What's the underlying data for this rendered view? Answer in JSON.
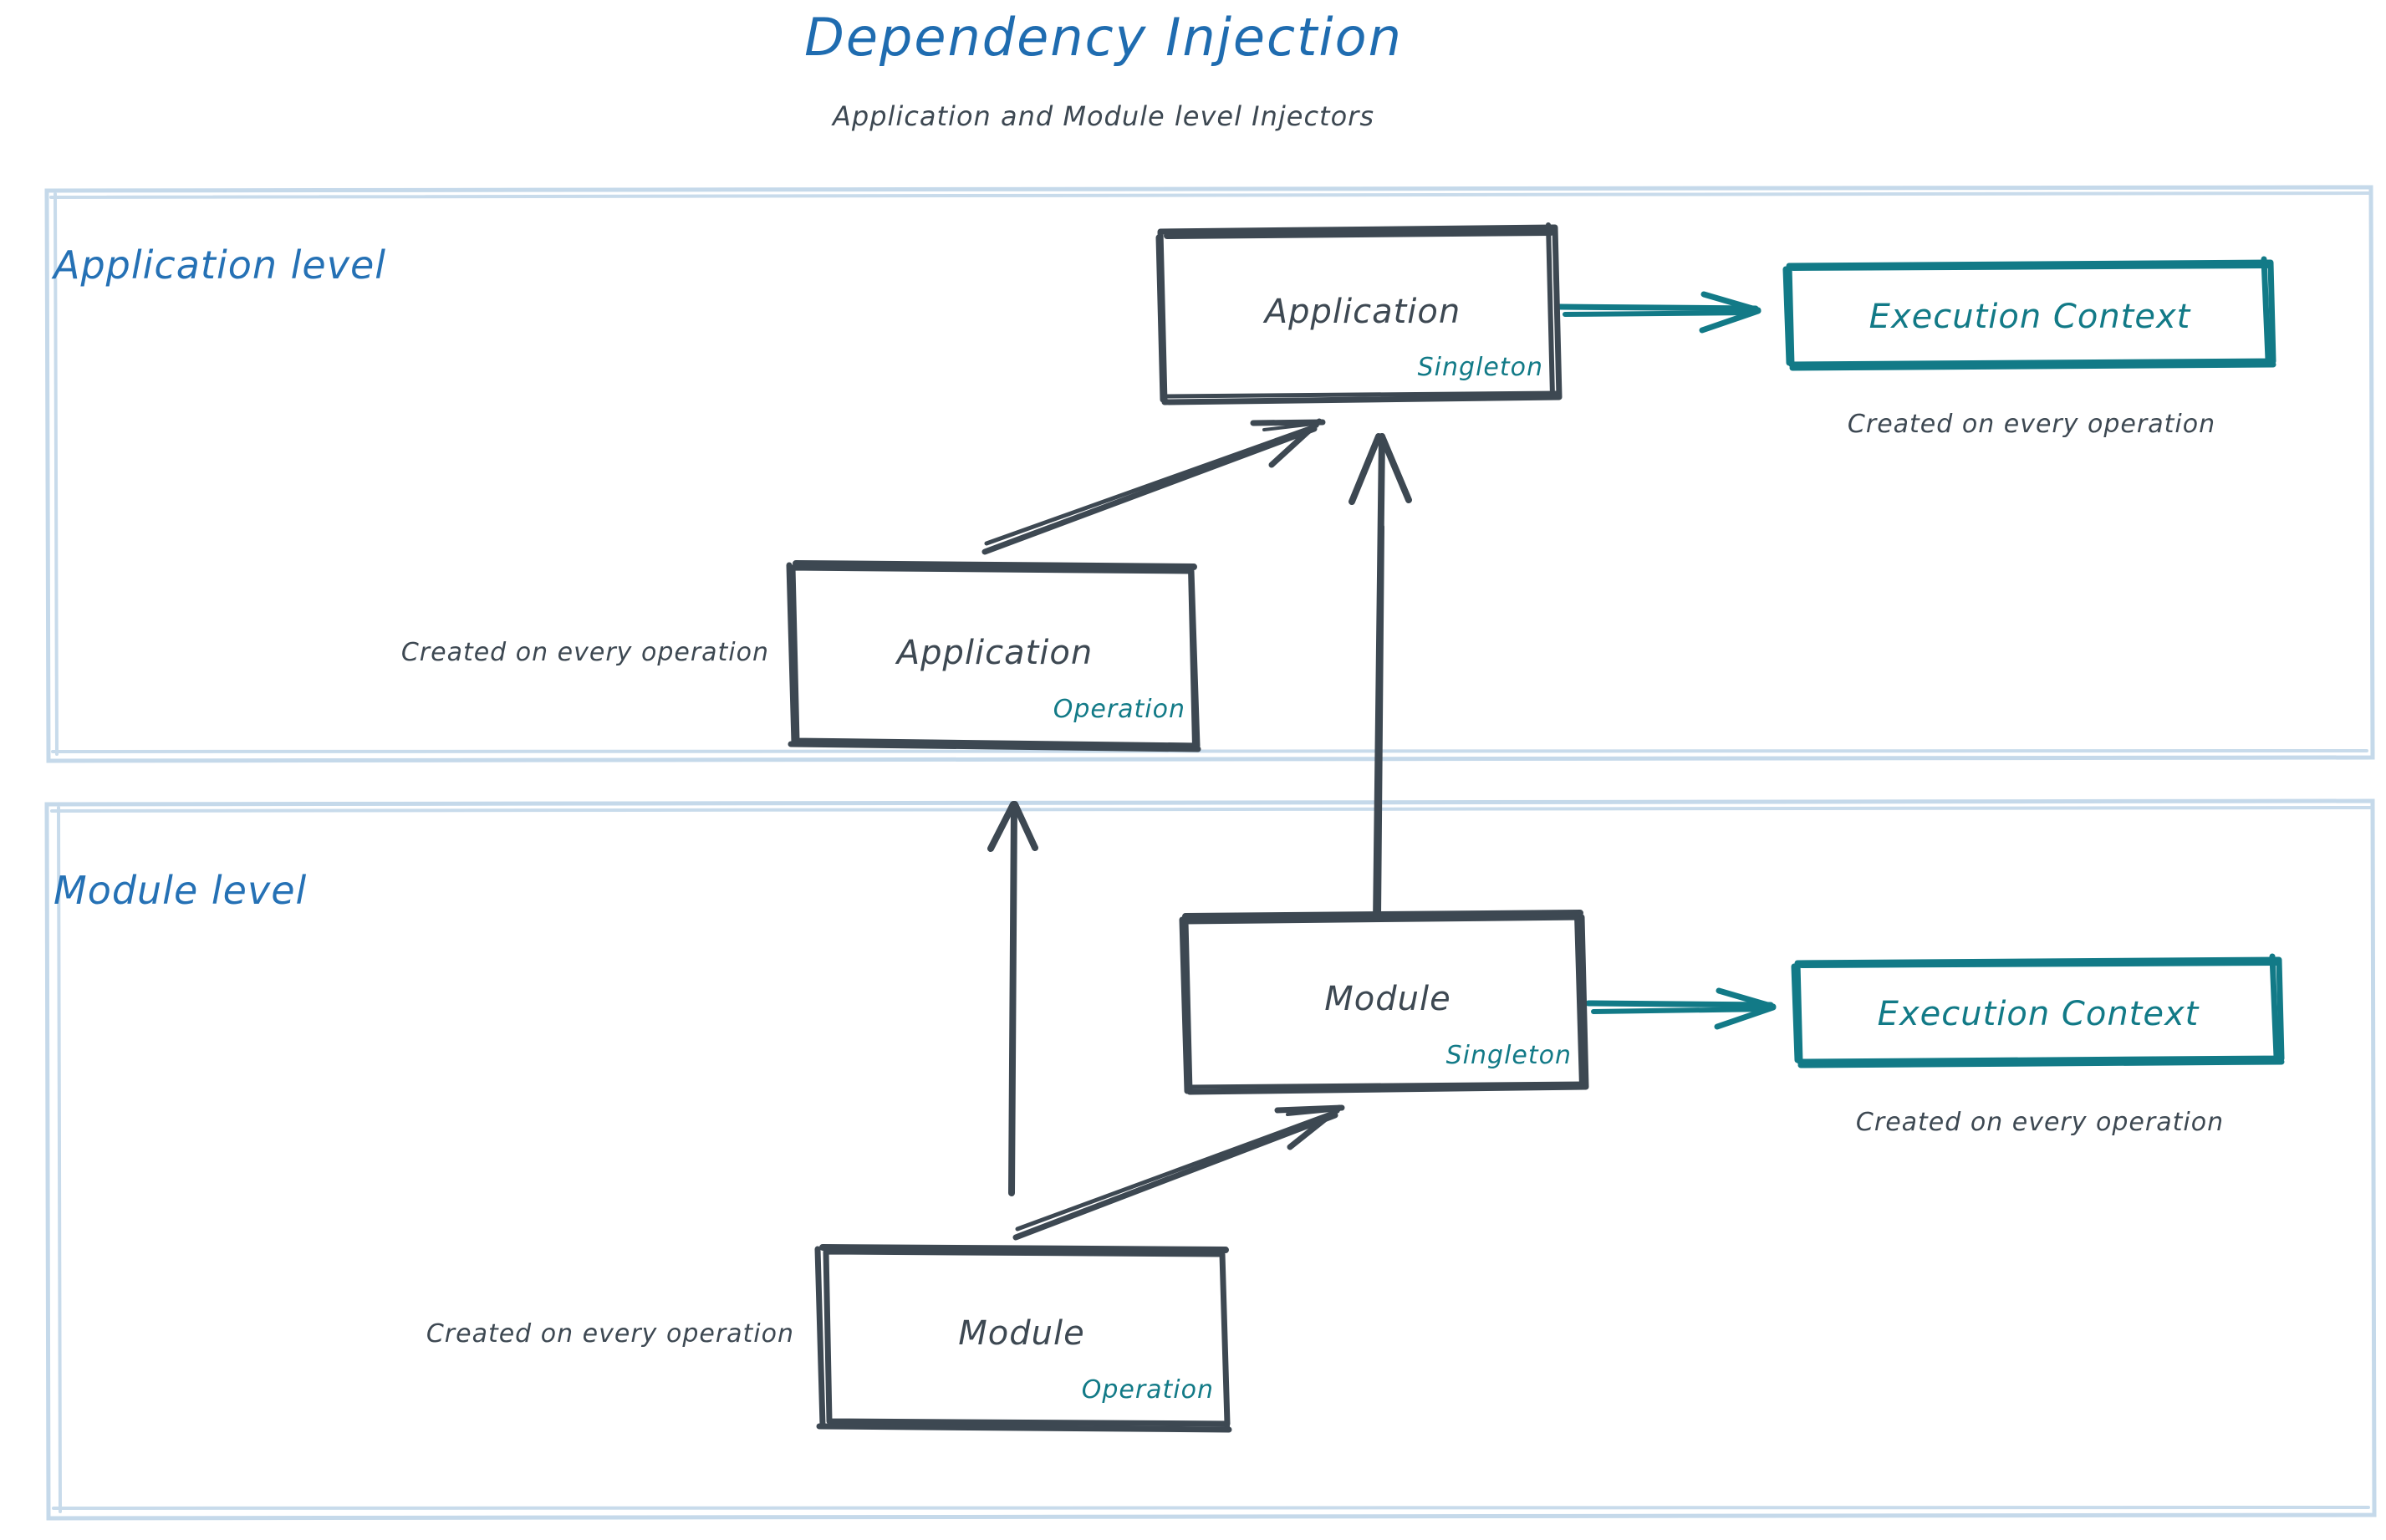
{
  "header": {
    "title": "Dependency Injection",
    "subtitle": "Application and Module level Injectors"
  },
  "colors": {
    "title_blue": "#1f6cb0",
    "level_label_blue": "#2571b5",
    "container_border": "#c5d9ea",
    "node_stroke": "#3d4852",
    "teal": "#127a87",
    "background": "#ffffff"
  },
  "sections": [
    {
      "id": "application-level",
      "label": "Application level"
    },
    {
      "id": "module-level",
      "label": "Module level"
    }
  ],
  "nodes": [
    {
      "id": "application-singleton",
      "title": "Application",
      "scope": "Singleton",
      "style": "dark"
    },
    {
      "id": "application-operation",
      "title": "Application",
      "scope": "Operation",
      "style": "dark"
    },
    {
      "id": "module-singleton",
      "title": "Module",
      "scope": "Singleton",
      "style": "dark"
    },
    {
      "id": "module-operation",
      "title": "Module",
      "scope": "Operation",
      "style": "dark"
    },
    {
      "id": "execution-context-application",
      "title": "Execution Context",
      "scope": "",
      "style": "teal"
    },
    {
      "id": "execution-context-module",
      "title": "Execution Context",
      "scope": "",
      "style": "teal"
    }
  ],
  "notes": [
    {
      "id": "note-exec-context-application",
      "text": "Created on every operation"
    },
    {
      "id": "note-application-operation",
      "text": "Created on every operation"
    },
    {
      "id": "note-exec-context-module",
      "text": "Created on every operation"
    },
    {
      "id": "note-module-operation",
      "text": "Created on every operation"
    }
  ],
  "edges": [
    {
      "id": "edge-application-operation-to-application-singleton",
      "from": "application-operation",
      "to": "application-singleton",
      "color": "#3d4852",
      "arrowhead": "open"
    },
    {
      "id": "edge-application-singleton-to-execution-context",
      "from": "application-singleton",
      "to": "execution-context-application",
      "color": "#127a87",
      "arrowhead": "open"
    },
    {
      "id": "edge-module-singleton-to-application-singleton",
      "from": "module-singleton",
      "to": "application-singleton",
      "color": "#3d4852",
      "arrowhead": "open"
    },
    {
      "id": "edge-module-operation-to-application-operation",
      "from": "module-operation",
      "to": "application-operation",
      "color": "#3d4852",
      "arrowhead": "open"
    },
    {
      "id": "edge-module-operation-to-module-singleton",
      "from": "module-operation",
      "to": "module-singleton",
      "color": "#3d4852",
      "arrowhead": "open"
    },
    {
      "id": "edge-module-singleton-to-execution-context",
      "from": "module-singleton",
      "to": "execution-context-module",
      "color": "#127a87",
      "arrowhead": "open"
    }
  ]
}
